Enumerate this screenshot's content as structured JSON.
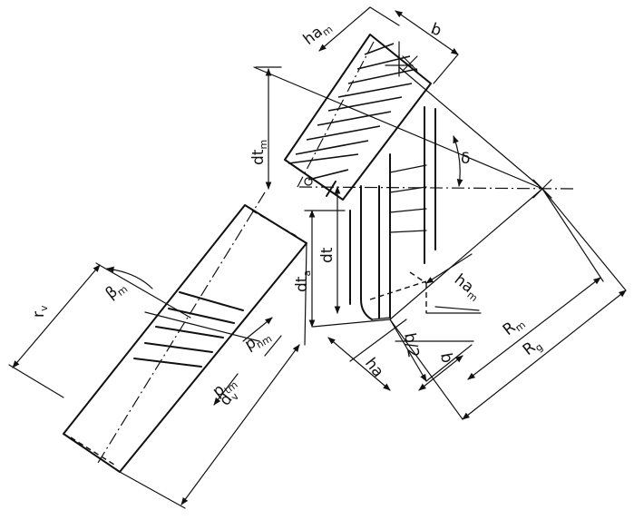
{
  "labels": {
    "ham_top": "ha",
    "ham_top_sub": "m",
    "b_top": "b",
    "dtm": "dt",
    "dtm_sub": "m",
    "delta": "δ",
    "dt": "dt",
    "dta": "dt",
    "dta_sub": "a",
    "ham_right": "ha",
    "ham_right_sub": "m",
    "rv": "r",
    "rv_sub": "v",
    "beta_m": "β",
    "beta_m_sub": "m",
    "pnm": "p",
    "pnm_sub": "nm",
    "ptm": "p",
    "ptm_sub": "tm",
    "dv": "d",
    "dv_sub": "v",
    "Rm": "R",
    "Rm_sub": "m",
    "Rg": "R",
    "Rg_sub": "g",
    "b_half": "b/2",
    "b_bottom": "b",
    "ha_bottom": "ha"
  }
}
